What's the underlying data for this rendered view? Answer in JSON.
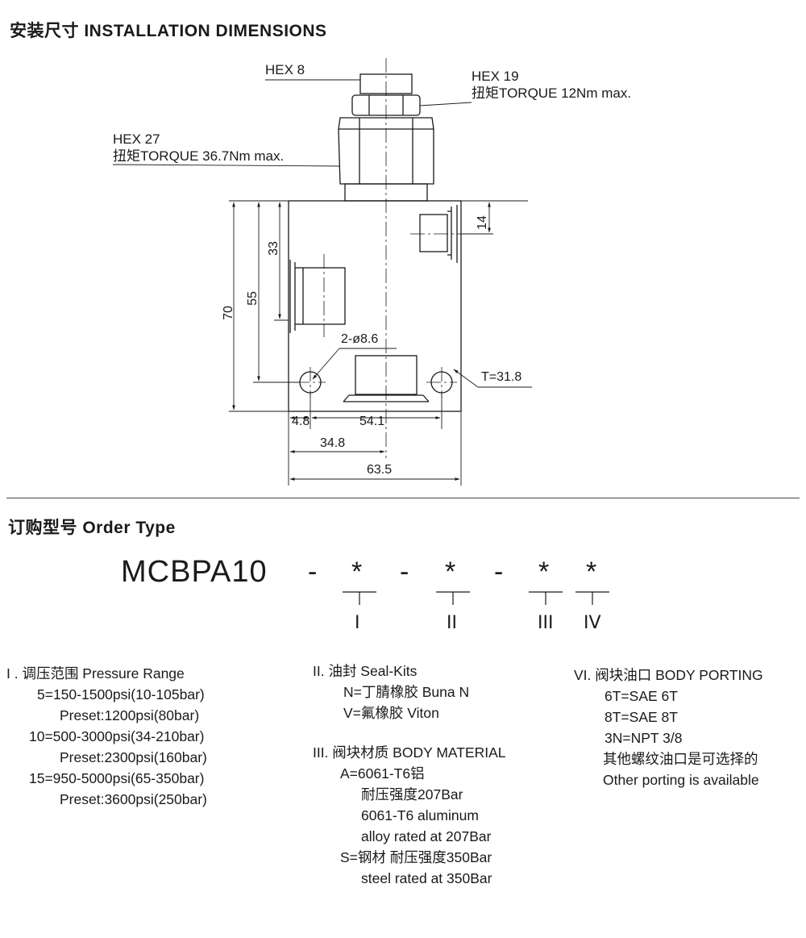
{
  "installation": {
    "title": "安装尺寸 INSTALLATION DIMENSIONS",
    "callouts": {
      "hex8": "HEX 8",
      "hex19": "HEX 19",
      "hex19_torque": "扭矩TORQUE 12Nm max.",
      "hex27": "HEX 27",
      "hex27_torque": "扭矩TORQUE 36.7Nm max."
    },
    "dimensions": {
      "d70": "70",
      "d55": "55",
      "d33": "33",
      "d14": "14",
      "holes": "2-ø8.6",
      "thickness": "T=31.8",
      "d4_8": "4.8",
      "d54_1": "54.1",
      "d34_8": "34.8",
      "d63_5": "63.5"
    }
  },
  "order": {
    "title": "订购型号 Order Type",
    "model": "MCBPA10",
    "dash": "-",
    "placeholder": "*",
    "positions": [
      "I",
      "II",
      "III",
      "IV"
    ]
  },
  "specs": {
    "pressure": {
      "header": "I . 调压范围 Pressure Range",
      "lines": [
        "5=150-1500psi(10-105bar)",
        "Preset:1200psi(80bar)",
        "10=500-3000psi(34-210bar)",
        "Preset:2300psi(160bar)",
        "15=950-5000psi(65-350bar)",
        "Preset:3600psi(250bar)"
      ]
    },
    "seal": {
      "header": "II. 油封 Seal-Kits",
      "lines": [
        "N=丁腈橡胶 Buna N",
        "V=氟橡胶 Viton"
      ]
    },
    "material": {
      "header": "III. 阀块材质 BODY MATERIAL",
      "lines": [
        "A=6061-T6铝",
        "耐压强度207Bar",
        "6061-T6 aluminum",
        "alloy rated at 207Bar",
        "S=钢材 耐压强度350Bar",
        "steel rated at 350Bar"
      ]
    },
    "porting": {
      "header": "VI. 阀块油口 BODY PORTING",
      "lines": [
        "6T=SAE 6T",
        "8T=SAE 8T",
        "3N=NPT 3/8",
        "其他螺纹油口是可选择的",
        "Other porting is available"
      ]
    }
  }
}
